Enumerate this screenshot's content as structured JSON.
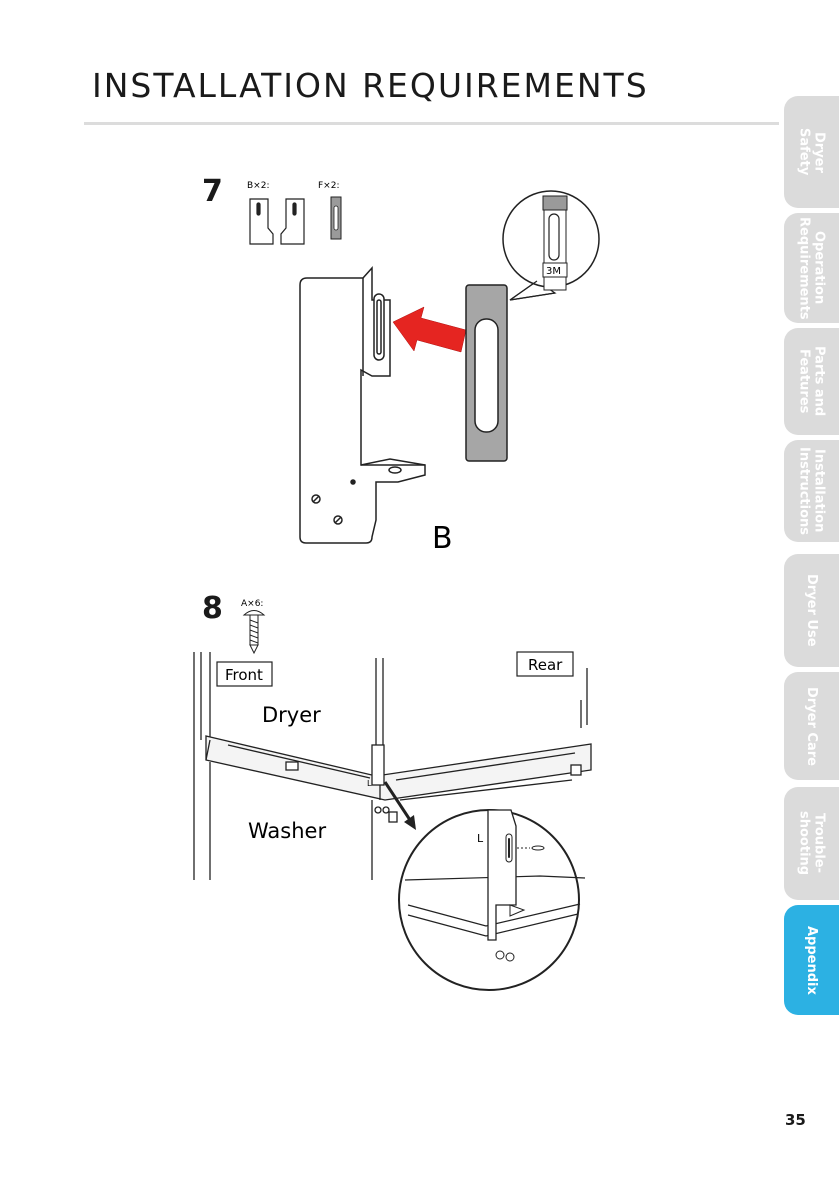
{
  "page": {
    "title": "INSTALLATION REQUIREMENTS",
    "page_number": "35"
  },
  "tabs": [
    {
      "label": "Dryer\nSafety",
      "active": false
    },
    {
      "label": "Operation\nRequirements",
      "active": false
    },
    {
      "label": "Parts and\nFeatures",
      "active": false
    },
    {
      "label": "Installation\nInstructions",
      "active": false
    },
    {
      "label": "Dryer Use",
      "active": false
    },
    {
      "label": "Dryer Care",
      "active": false
    },
    {
      "label": "Trouble-\nshooting",
      "active": false
    },
    {
      "label": "Appendix",
      "active": true
    }
  ],
  "step7": {
    "number": "7",
    "part_b_qty": "B×2:",
    "part_f_qty": "F×2:",
    "callout_label": "3M",
    "bracket_label": "B"
  },
  "step8": {
    "number": "8",
    "part_a_qty": "A×6:",
    "front_label": "Front",
    "rear_label": "Rear",
    "dryer_label": "Dryer",
    "washer_label": "Washer",
    "bracket_side_label": "L",
    "detail_bracket_label": "L"
  },
  "colors": {
    "accent": "#2cb1e3",
    "tab_inactive": "#dbdbdb",
    "arrow_red": "#e52521",
    "tape_gray": "#a6a6a6"
  }
}
